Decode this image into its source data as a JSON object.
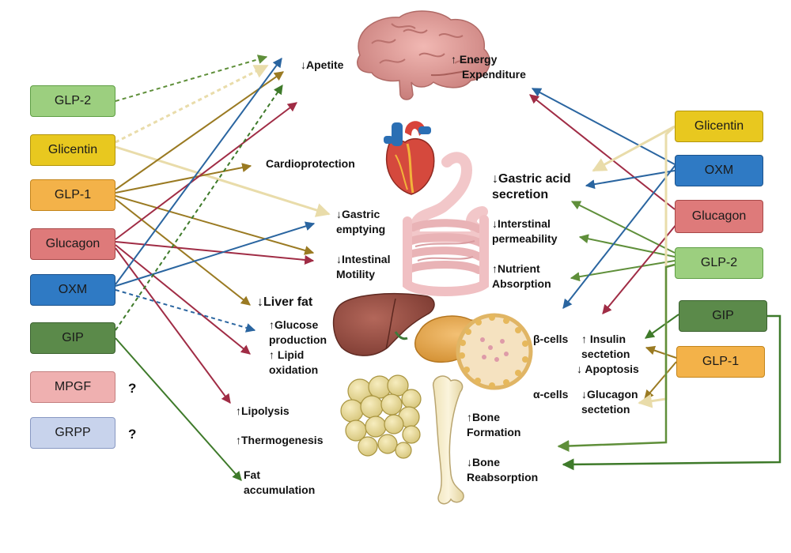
{
  "left_boxes": [
    {
      "label": "GLP-2",
      "fill": "#9ccf7f",
      "border": "#5f9f45"
    },
    {
      "label": "Glicentin",
      "fill": "#e8c81f",
      "border": "#b3960c"
    },
    {
      "label": "GLP-1",
      "fill": "#f3b249",
      "border": "#c3851b"
    },
    {
      "label": "Glucagon",
      "fill": "#de7a7a",
      "border": "#a84848"
    },
    {
      "label": "OXM",
      "fill": "#2f7ac4",
      "border": "#1b528c"
    },
    {
      "label": "GIP",
      "fill": "#5b8a4a",
      "border": "#3c6330"
    },
    {
      "label": "MPGF",
      "fill": "#efb0b0",
      "border": "#c47f7f"
    },
    {
      "label": "GRPP",
      "fill": "#c8d3ec",
      "border": "#8898c2"
    }
  ],
  "right_boxes": [
    {
      "label": "Glicentin",
      "fill": "#e8c81f",
      "border": "#b3960c"
    },
    {
      "label": "OXM",
      "fill": "#2f7ac4",
      "border": "#1b528c"
    },
    {
      "label": "Glucagon",
      "fill": "#de7a7a",
      "border": "#a84848"
    },
    {
      "label": "GLP-2",
      "fill": "#9ccf7f",
      "border": "#5f9f45"
    },
    {
      "label": "GIP",
      "fill": "#5b8a4a",
      "border": "#3c6330"
    },
    {
      "label": "GLP-1",
      "fill": "#f3b249",
      "border": "#c3851b"
    }
  ],
  "unknown_marks": [
    "?",
    "?"
  ],
  "effects": {
    "appetite": "↓Apetite",
    "energy_1": "↑ Energy",
    "energy_2": "Expenditure",
    "cardio": "Cardioprotection",
    "gastric_empty_1": "↓Gastric",
    "gastric_empty_2": "emptying",
    "motility_1": "↓Intestinal",
    "motility_2": "Motility",
    "liver_fat": "↓Liver  fat",
    "glucose_1": "↑Glucose",
    "glucose_2": "production",
    "lipid_1": "↑ Lipid",
    "lipid_2": "oxidation",
    "lipolysis": "↑Lipolysis",
    "thermo": "↑Thermogenesis",
    "fat_1": "Fat",
    "fat_2": "accumulation",
    "acid_1": "↓Gastric acid",
    "acid_2": "secretion",
    "perm_1": "↓Interstinal",
    "perm_2": "permeability",
    "nutrient_1": "↑Nutrient",
    "nutrient_2": "Absorption",
    "beta": "β-cells",
    "insulin_1": "↑ Insulin",
    "insulin_2": "sectetion",
    "apoptosis": "↓ Apoptosis",
    "alpha": "α-cells",
    "glucagon_1": "↓Glucagon",
    "glucagon_2": "sectetion",
    "bone_form_1": "↑Bone",
    "bone_form_2": "Formation",
    "bone_reab_1": "↓Bone",
    "bone_reab_2": "Reabsorption"
  },
  "organs": [
    "brain",
    "heart",
    "intestine",
    "liver",
    "pancreas",
    "adipose-tissue",
    "bone"
  ],
  "colors": {
    "glp2": "#5f8f3a",
    "glicentin": "#e9dcaa",
    "glp1": "#9a7a22",
    "glucagon": "#a02c45",
    "oxm": "#2a65a0",
    "gip": "#3e7a2a"
  }
}
